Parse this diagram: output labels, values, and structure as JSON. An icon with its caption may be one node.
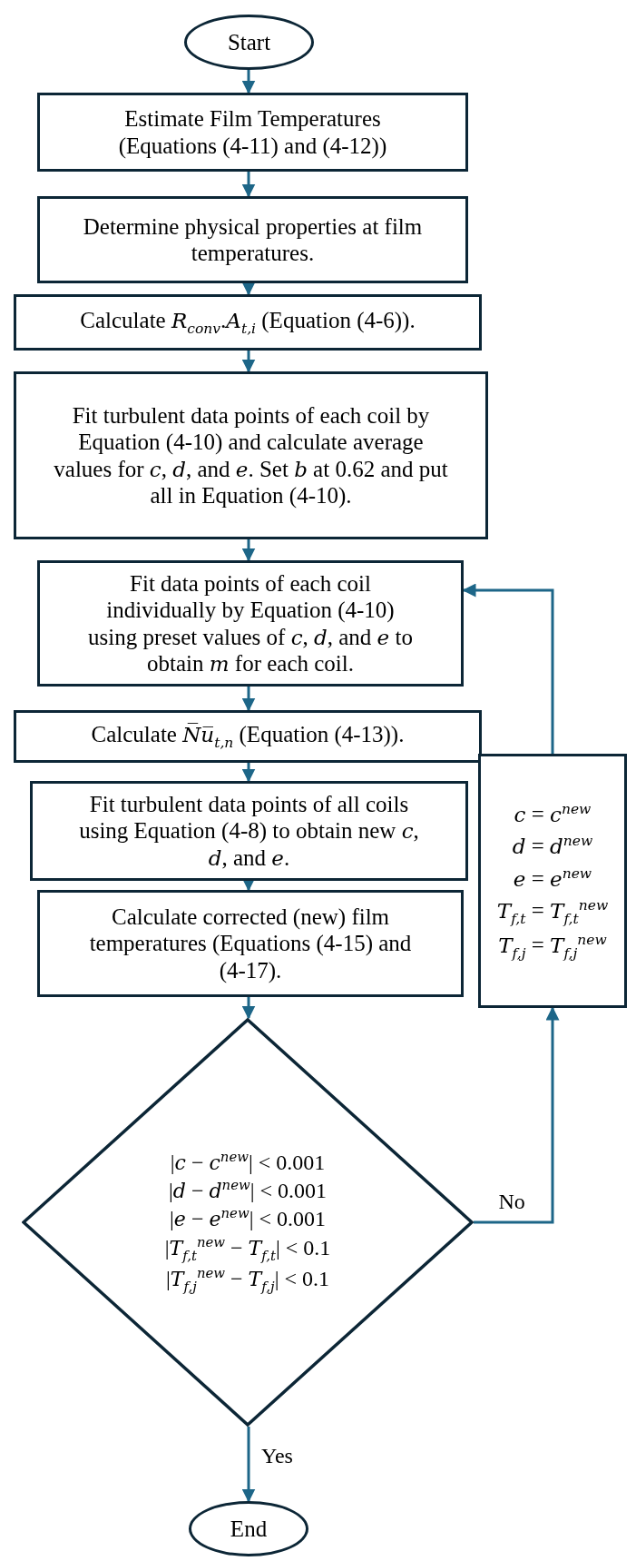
{
  "diagram": {
    "nodes": [
      {
        "text": [
          "Start"
        ]
      },
      {
        "text": [
          "Estimate Film Temperatures (Equations (4-11) and (4-12))"
        ]
      },
      {
        "text": [
          "Determine physical properties at film temperatures."
        ]
      },
      {
        "text": [
          "Calculate *R*$_{conv}$.*A*$_{t,i}$ (Equation (4-6))."
        ]
      },
      {
        "text": [
          "Fit turbulent data points of each coil by Equation (4-10) and calculate average values for *c*, *d*, and *e*. Set *b* at 0.62 and put all in Equation (4-10)."
        ]
      },
      {
        "text": [
          "Fit data points of each coil individually by Equation (4-10) using preset values of *c*, *d*, and *e* to obtain *m* for each coil."
        ]
      },
      {
        "text": [
          "Calculate *N̅u̅*$_{t,n}$ (Equation (4-13))."
        ]
      },
      {
        "text": [
          "Fit turbulent data points of all coils using Equation (4-8) to obtain new *c*, *d*, and *e*."
        ]
      },
      {
        "text": [
          "Calculate corrected (new) film temperatures (Equations (4-15) and (4-17)."
        ]
      },
      {
        "text": [
          "|*c* − *c*$^{new}$| < 0.001",
          "|*d* − *d*$^{new}$| < 0.001",
          "|*e* − *e*$^{new}$| < 0.001",
          "|*T*$_{f,t}$$^{new}$ − *T*$_{f,t}$| < 0.1",
          "|*T*$_{f,j}$$^{new}$ − *T*$_{f,j}$| < 0.1"
        ]
      },
      {
        "text": [
          "*c* = *c*$^{new}$",
          "*d* = *d*$^{new}$",
          "*e* = *e*$^{new}$",
          "*T*$_{f,t}$ = *T*$_{f,t}$$^{new}$",
          "*T*$_{f,j}$ = *T*$_{f,j}$$^{new}$"
        ]
      },
      {
        "text": [
          "End"
        ]
      }
    ],
    "edges": [
      {
        "from": 0,
        "to": 1,
        "arrow": "to"
      },
      {
        "from": 1,
        "to": 2,
        "arrow": "to"
      },
      {
        "from": 2,
        "to": 3,
        "arrow": "to"
      },
      {
        "from": 3,
        "to": 4,
        "arrow": "to"
      },
      {
        "from": 4,
        "to": 5,
        "arrow": "to"
      },
      {
        "from": 5,
        "to": 6,
        "arrow": "to"
      },
      {
        "from": 6,
        "to": 7,
        "arrow": "to"
      },
      {
        "from": 7,
        "to": 8,
        "arrow": "to"
      },
      {
        "from": 8,
        "to": 9,
        "arrow": "to"
      },
      {
        "from": 9,
        "to": 10,
        "arrow": "to",
        "label": "No"
      },
      {
        "from": 10,
        "to": 5,
        "arrow": "to"
      },
      {
        "from": 9,
        "to": 11,
        "arrow": "to",
        "label": "Yes"
      }
    ]
  }
}
